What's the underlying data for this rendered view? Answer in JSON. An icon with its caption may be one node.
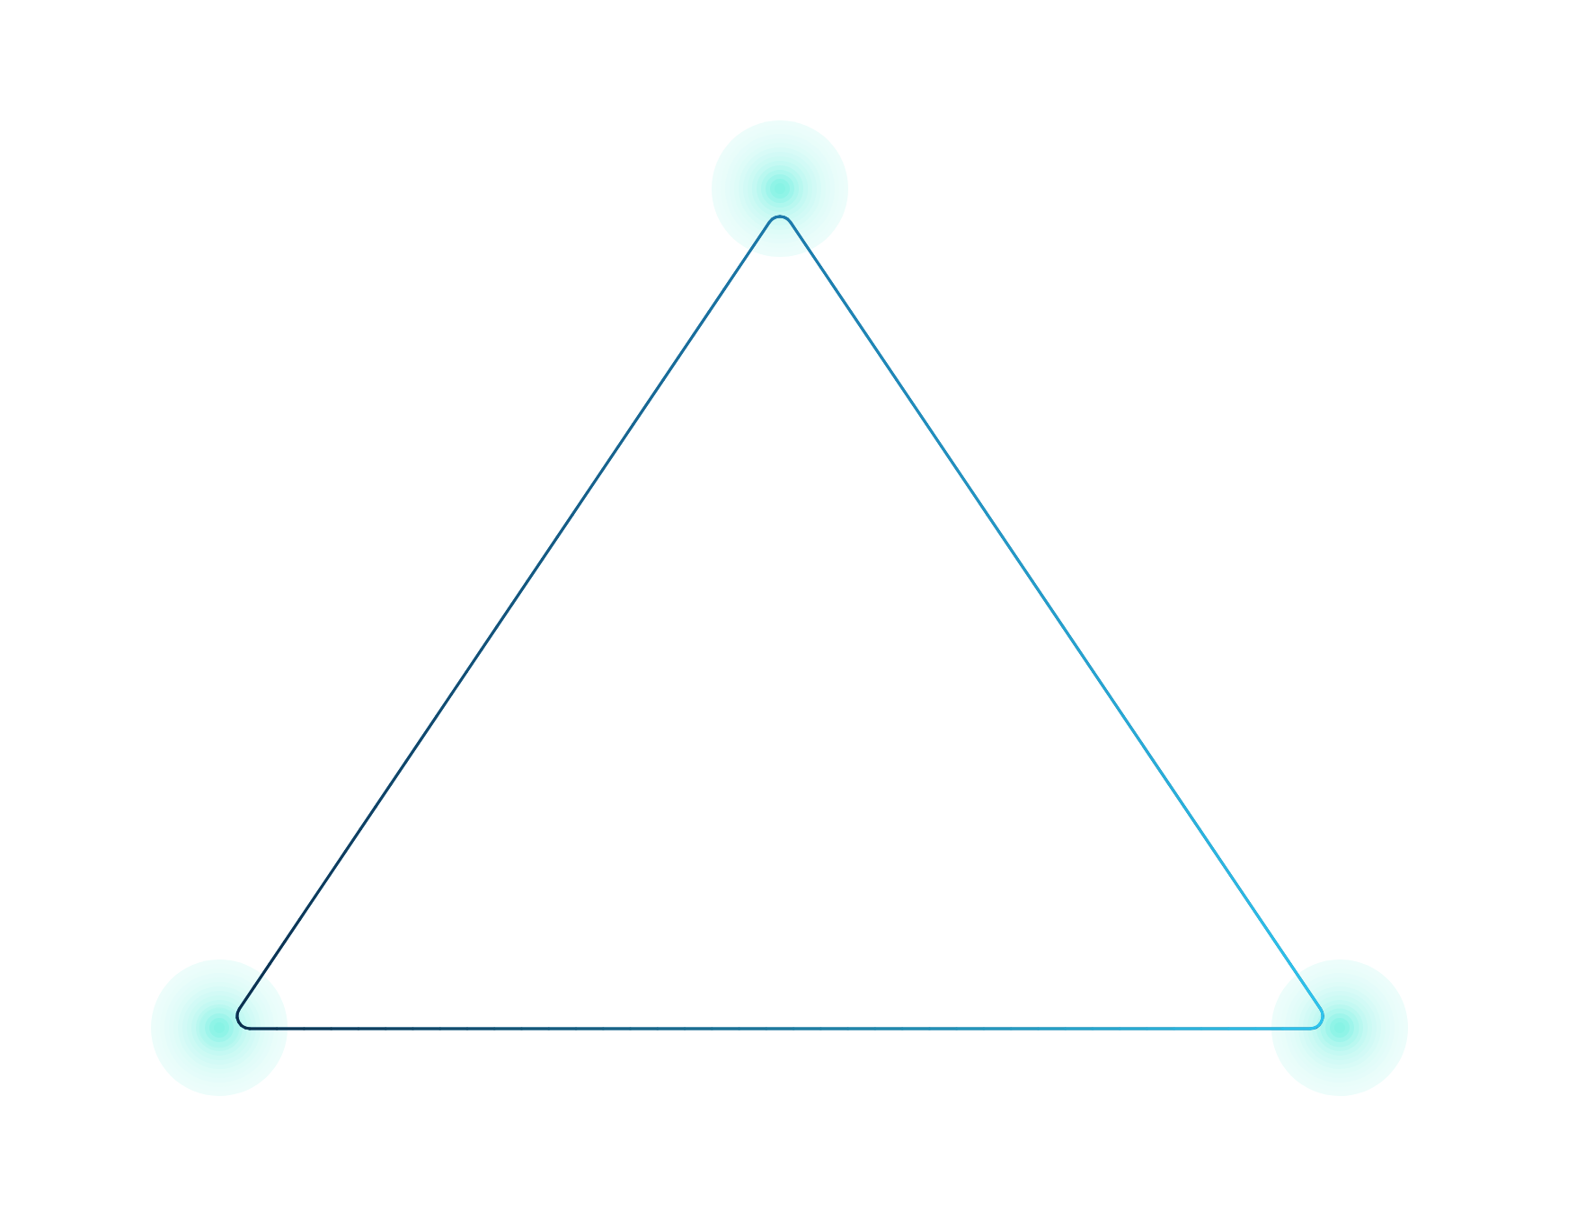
{
  "diagram": {
    "nodes": [
      {
        "text": [],
        "shape": "circle"
      },
      {
        "text": [],
        "shape": "circle"
      },
      {
        "text": [],
        "shape": "circle"
      }
    ],
    "edges": [
      {
        "from": 0,
        "to": 1,
        "arrow": "none"
      },
      {
        "from": 1,
        "to": 2,
        "arrow": "none"
      },
      {
        "from": 0,
        "to": 2,
        "arrow": "none"
      }
    ]
  }
}
